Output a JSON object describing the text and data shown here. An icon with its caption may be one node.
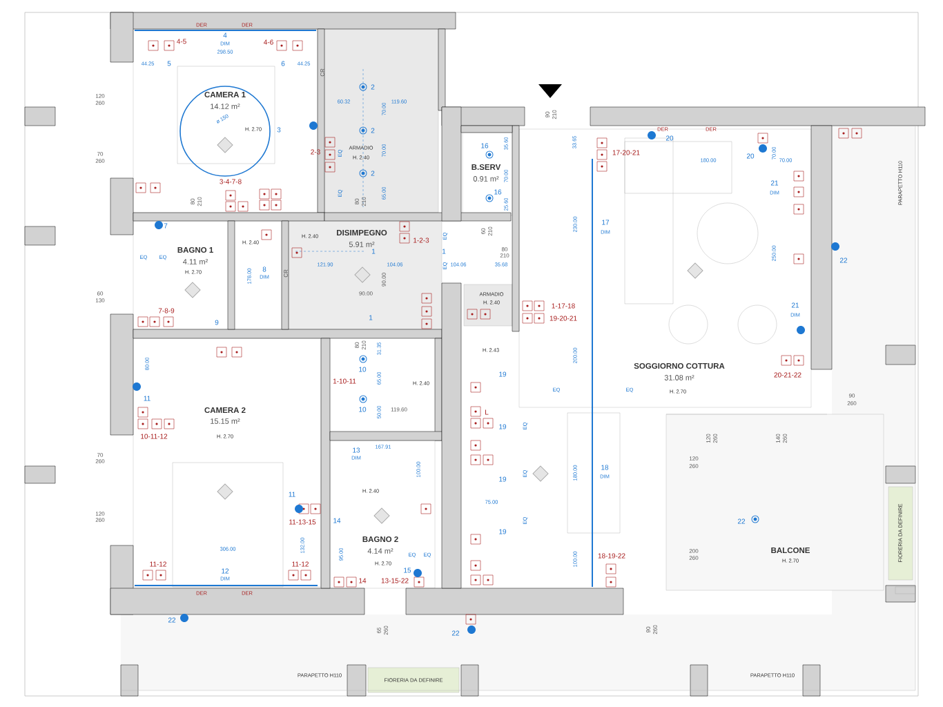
{
  "diagram": {
    "nodes": [
      {
        "text": [
          "CAMERA 1",
          "14.12 m²",
          "H. 2.70"
        ]
      },
      {
        "text": [
          "ARMADIO",
          "H. 2.40"
        ]
      },
      {
        "text": [
          "BAGNO 1",
          "4.11 m²",
          "H. 2.70"
        ]
      },
      {
        "text": [
          "DISIMPEGNO",
          "5.91 m²"
        ]
      },
      {
        "text": [
          "B.SERV",
          "0.91 m²"
        ]
      },
      {
        "text": [
          "ARMADIO",
          "H. 2.40"
        ]
      },
      {
        "text": [
          "CAMERA 2",
          "15.15 m²",
          "H. 2.70"
        ]
      },
      {
        "text": [
          "BAGNO 2",
          "4.14 m²",
          "H. 2.70"
        ]
      },
      {
        "text": [
          "SOGGIORNO COTTURA",
          "31.08 m²",
          "H. 2.70"
        ]
      },
      {
        "text": [
          "BALCONE",
          "H. 2.70"
        ]
      },
      {
        "text": [
          "FIORERIA DA DEFINIRE"
        ]
      },
      {
        "text": [
          "FIORERIA DA DEFINIRE"
        ]
      }
    ],
    "labels": [
      "DER",
      "DER",
      "4-5",
      "4",
      "DIM",
      "4-6",
      "298.50",
      "44.25",
      "5",
      "6",
      "44.25",
      "CR",
      "2",
      "60.32",
      "119.60",
      "70.00",
      "120",
      "260",
      "ø 150",
      "3",
      "2",
      "2-3",
      "70.00",
      "EQ",
      "70",
      "260",
      "2",
      "3-4-7-8",
      "65.00",
      "EQ",
      "80",
      "210",
      "80",
      "210",
      "7",
      "H. 2.40",
      "H. 2.40",
      "1-2-3",
      "EQ",
      "1",
      "1",
      "EQ",
      "EQ",
      "121.90",
      "104.06",
      "EQ",
      "8",
      "DIM",
      "178.00",
      "CR",
      "90.00",
      "60",
      "130",
      "90.00",
      "7-8-9",
      "1",
      "9",
      "16",
      "35.60",
      "70.00",
      "16",
      "25.60",
      "60",
      "210",
      "80",
      "210",
      "104.06",
      "35.68",
      "90",
      "210",
      "33.65",
      "230.00",
      "17",
      "DIM",
      "DER",
      "DER",
      "20",
      "17-20-21",
      "180.00",
      "20",
      "70.00",
      "70.00",
      "21",
      "DIM",
      "PARAPETTO H110",
      "250.00",
      "22",
      "21",
      "DIM",
      "1-17-18",
      "19-20-21",
      "80",
      "210",
      "31.35",
      "H. 2.43",
      "200.00",
      "80.00",
      "10",
      "19",
      "20-21-22",
      "65.00",
      "1-10-11",
      "H. 2.40",
      "EQ",
      "EQ",
      "11",
      "90",
      "260",
      "10",
      "50.00",
      "119.60",
      "L",
      "19",
      "EQ",
      "10-11-12",
      "120",
      "260",
      "140",
      "260",
      "13",
      "DIM",
      "167.91",
      "70",
      "260",
      "120",
      "260",
      "100.00",
      "180.00",
      "18",
      "DIM",
      "EQ",
      "19",
      "H. 2.40",
      "11",
      "75.00",
      "120",
      "260",
      "11-13-15",
      "14",
      "EQ",
      "22",
      "19",
      "132.00",
      "306.00",
      "200",
      "260",
      "95.00",
      "EQ",
      "EQ",
      "18-19-22",
      "100.00",
      "11-12",
      "12",
      "11-12",
      "15",
      "DIM",
      "14",
      "13-15-22",
      "DER",
      "DER",
      "22",
      "65",
      "260",
      "22",
      "90",
      "260",
      "PARAPETTO H110",
      "PARAPETTO H110"
    ]
  }
}
